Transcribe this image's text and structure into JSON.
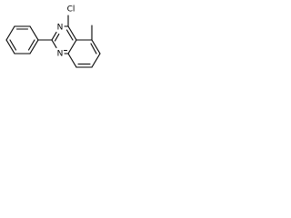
{
  "molecule": {
    "atom_labels": {
      "chlorine": "Cl",
      "nitrogen_3": "N",
      "nitrogen_1": "N"
    },
    "colors": {
      "bond": "#000000",
      "label": "#000000",
      "background": "#ffffff"
    }
  }
}
